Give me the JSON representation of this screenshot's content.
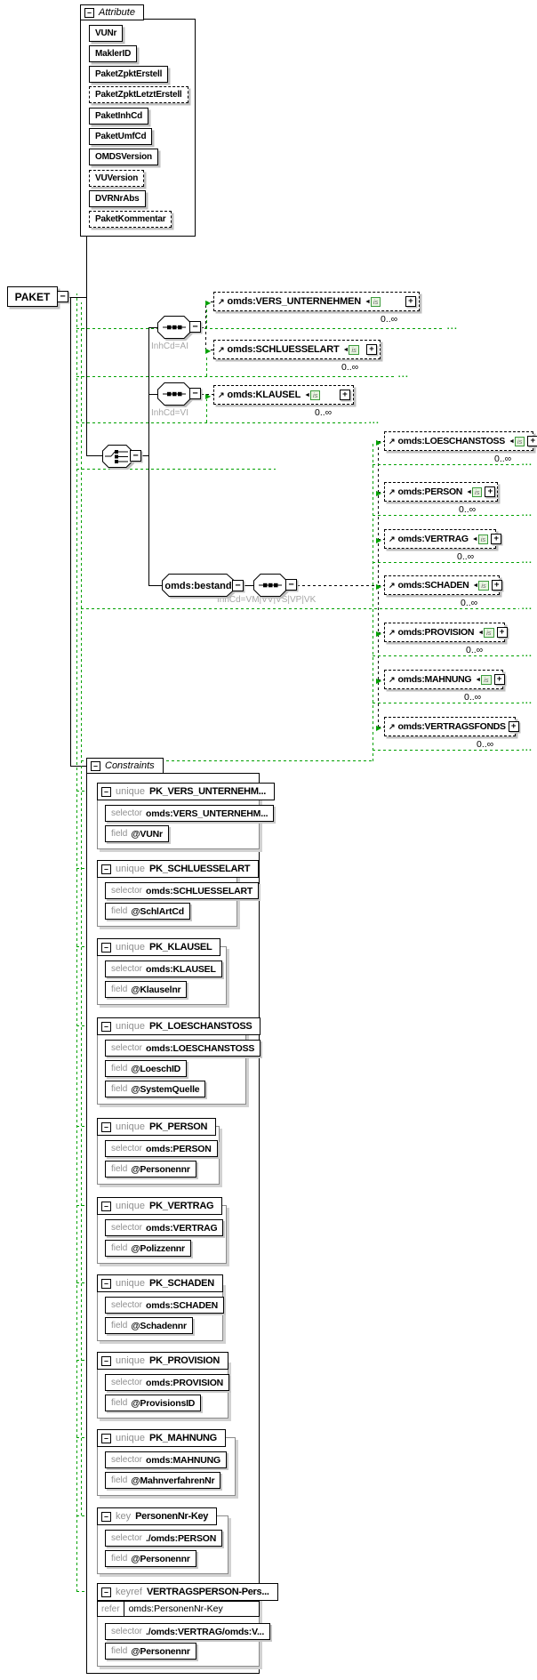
{
  "root": {
    "label": "PAKET"
  },
  "attributes": {
    "title": "Attribute",
    "items": [
      {
        "name": "VUNr",
        "optional": false
      },
      {
        "name": "MaklerID",
        "optional": false
      },
      {
        "name": "PaketZpktErstell",
        "optional": false
      },
      {
        "name": "PaketZpktLetztErstell",
        "optional": true
      },
      {
        "name": "PaketInhCd",
        "optional": false
      },
      {
        "name": "PaketUmfCd",
        "optional": false
      },
      {
        "name": "OMDSVersion",
        "optional": false
      },
      {
        "name": "VUVersion",
        "optional": true
      },
      {
        "name": "DVRNrAbs",
        "optional": false
      },
      {
        "name": "PaketKommentar",
        "optional": true
      }
    ]
  },
  "sequences": [
    {
      "label": "InhCd=AI",
      "children": [
        {
          "name": "omds:VERS_UNTERNEHMEN",
          "occurs": "0..∞",
          "badge": "is"
        },
        {
          "name": "omds:SCHLUESSELART",
          "occurs": "0..∞",
          "badge": "is"
        }
      ]
    },
    {
      "label": "InhCd=VI",
      "children": [
        {
          "name": "omds:KLAUSEL",
          "occurs": "0..∞",
          "badge": "is"
        }
      ]
    }
  ],
  "bestand": {
    "name": "omds:bestand",
    "sequence_label": "InhCd=VM|VV|VS|VP|VK",
    "children": [
      {
        "name": "omds:LOESCHANSTOSS",
        "occurs": "0..∞",
        "badge": "is"
      },
      {
        "name": "omds:PERSON",
        "occurs": "0..∞",
        "badge": "is"
      },
      {
        "name": "omds:VERTRAG",
        "occurs": "0..∞",
        "badge": "is"
      },
      {
        "name": "omds:SCHADEN",
        "occurs": "0..∞",
        "badge": "is"
      },
      {
        "name": "omds:PROVISION",
        "occurs": "0..∞",
        "badge": "is"
      },
      {
        "name": "omds:MAHNUNG",
        "occurs": "0..∞",
        "badge": "is"
      },
      {
        "name": "omds:VERTRAGSFONDS",
        "occurs": "0..∞",
        "badge": null
      }
    ]
  },
  "constraints": {
    "title": "Constraints",
    "items": [
      {
        "kind": "unique",
        "name": "PK_VERS_UNTERNEHM...",
        "rows": [
          [
            "selector",
            "omds:VERS_UNTERNEHM..."
          ],
          [
            "field",
            "@VUNr"
          ]
        ]
      },
      {
        "kind": "unique",
        "name": "PK_SCHLUESSELART",
        "rows": [
          [
            "selector",
            "omds:SCHLUESSELART"
          ],
          [
            "field",
            "@SchlArtCd"
          ]
        ]
      },
      {
        "kind": "unique",
        "name": "PK_KLAUSEL",
        "rows": [
          [
            "selector",
            "omds:KLAUSEL"
          ],
          [
            "field",
            "@Klauselnr"
          ]
        ]
      },
      {
        "kind": "unique",
        "name": "PK_LOESCHANSTOSS",
        "rows": [
          [
            "selector",
            "omds:LOESCHANSTOSS"
          ],
          [
            "field",
            "@LoeschID"
          ],
          [
            "field",
            "@SystemQuelle"
          ]
        ]
      },
      {
        "kind": "unique",
        "name": "PK_PERSON",
        "rows": [
          [
            "selector",
            "omds:PERSON"
          ],
          [
            "field",
            "@Personennr"
          ]
        ]
      },
      {
        "kind": "unique",
        "name": "PK_VERTRAG",
        "rows": [
          [
            "selector",
            "omds:VERTRAG"
          ],
          [
            "field",
            "@Polizzennr"
          ]
        ]
      },
      {
        "kind": "unique",
        "name": "PK_SCHADEN",
        "rows": [
          [
            "selector",
            "omds:SCHADEN"
          ],
          [
            "field",
            "@Schadennr"
          ]
        ]
      },
      {
        "kind": "unique",
        "name": "PK_PROVISION",
        "rows": [
          [
            "selector",
            "omds:PROVISION"
          ],
          [
            "field",
            "@ProvisionsID"
          ]
        ]
      },
      {
        "kind": "unique",
        "name": "PK_MAHNUNG",
        "rows": [
          [
            "selector",
            "omds:MAHNUNG"
          ],
          [
            "field",
            "@MahnverfahrenNr"
          ]
        ]
      },
      {
        "kind": "key",
        "name": "PersonenNr-Key",
        "rows": [
          [
            "selector",
            "./omds:PERSON"
          ],
          [
            "field",
            "@Personennr"
          ]
        ]
      },
      {
        "kind": "keyref",
        "name": "VERTRAGSPERSON-Pers...",
        "refer": "omds:PersonenNr-Key",
        "rows": [
          [
            "selector",
            "./omds:VERTRAG/omds:V..."
          ],
          [
            "field",
            "@Personennr"
          ]
        ]
      }
    ]
  },
  "colors": {
    "green": "#00a100",
    "shadow": "#bfbfbf",
    "badge_border": "#3c9b3c"
  }
}
